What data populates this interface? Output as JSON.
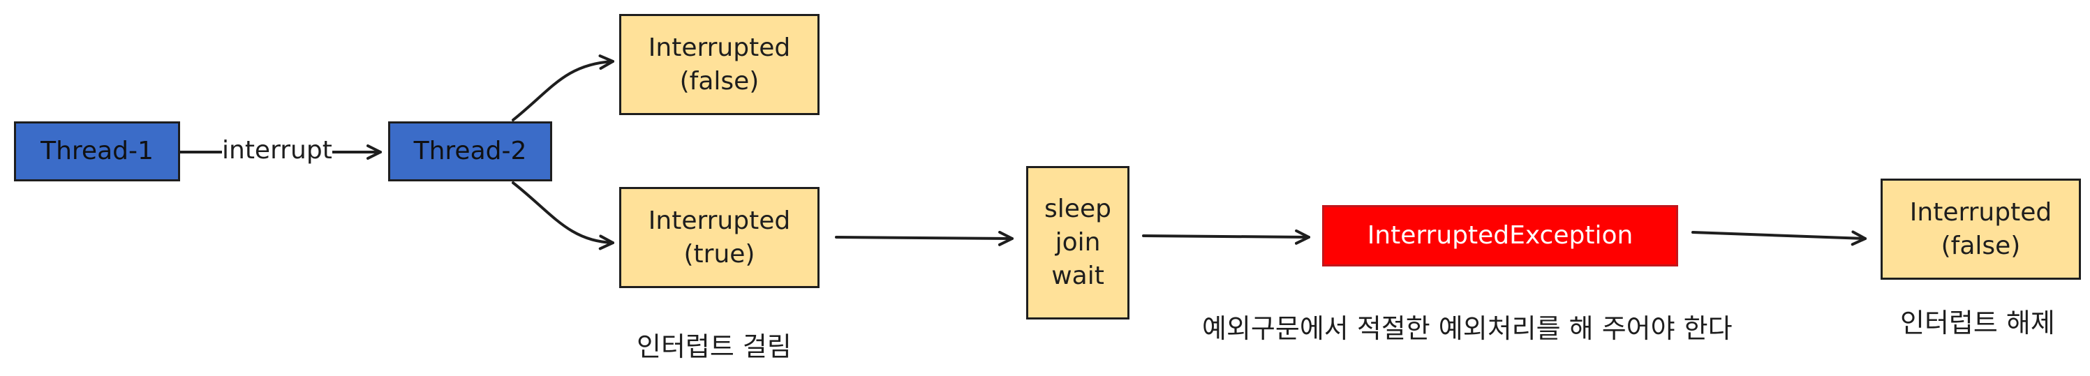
{
  "nodes": {
    "thread1": "Thread-1",
    "thread2": "Thread-2",
    "interrupted_false_top": [
      "Interrupted",
      "(false)"
    ],
    "interrupted_true": [
      "Interrupted",
      "(true)"
    ],
    "blocking_methods": [
      "sleep",
      "join",
      "wait"
    ],
    "exception": "InterruptedException",
    "interrupted_false_end": [
      "Interrupted",
      "(false)"
    ]
  },
  "edges": {
    "interrupt_label": "interrupt"
  },
  "captions": {
    "interrupt_set": "인터럽트 걸림",
    "exception_handling": "예외구문에서 적절한 예외처리를 해 주어야 한다",
    "interrupt_cleared": "인터럽트 해제"
  },
  "colors": {
    "thread_fill": "#3b6cc8",
    "state_fill": "#ffe199",
    "exception_fill": "#ff0000",
    "exception_text": "#ffffff",
    "stroke": "#1e1e1e"
  }
}
